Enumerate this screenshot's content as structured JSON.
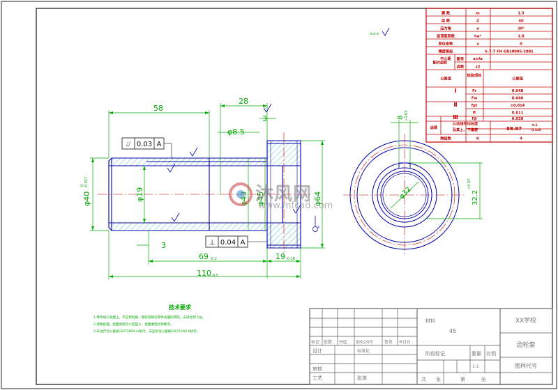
{
  "colors": {
    "title_red": "#c00000",
    "outline_blue": "#0000aa",
    "dim_green": "#00aa00",
    "hatch_cyan": "#00aaaa",
    "titleblock_gray": "#7a7a7a",
    "note_green": "#00aa00",
    "magenta": "#ff00ff"
  },
  "gear_params": {
    "rows": [
      {
        "name": "模  数",
        "sym": "m",
        "val": "1.5"
      },
      {
        "name": "齿  数",
        "sym": "Z",
        "val": "40"
      },
      {
        "name": "压力角",
        "sym": "α",
        "val": "20°"
      },
      {
        "name": "齿顶高系数",
        "sym": "ha*",
        "val": "1.0"
      },
      {
        "name": "变位系数",
        "sym": "x",
        "val": "0"
      },
      {
        "name": "精度等级",
        "sym": "",
        "val": "6-7-7 FH GB10095-2001"
      },
      {
        "name": "中心距",
        "sym": "a±fa",
        "val": ""
      }
    ],
    "pair_label": "配对齿轮",
    "pair_rows": [
      {
        "name": "图号",
        "val": ""
      },
      {
        "name": "齿数",
        "sym": "z2",
        "val": ""
      }
    ],
    "tol_header": [
      "公差组",
      "检验项目",
      "公差值"
    ],
    "tol_groups": [
      "Ⅰ",
      "Ⅱ",
      "Ⅲ"
    ],
    "tol_rows": [
      {
        "sym": "Fr",
        "val": "0.048"
      },
      {
        "sym": "Fw",
        "val": "0.040"
      },
      {
        "sym": "fpt",
        "val": "±0.014"
      },
      {
        "sym": "ff",
        "val": "0.011"
      },
      {
        "sym": "Fβ",
        "val": "0.038"
      }
    ],
    "span_label": "齿厚",
    "span_desc_1": "公法线平均长度",
    "span_desc_2": "及其上、下偏差",
    "span_val": "88.87",
    "span_dev_upper": "-0.1",
    "span_dev_lower": "-0.135",
    "k_label": "跨齿数",
    "k_sym": "K",
    "k_val": "4"
  },
  "dimensions": {
    "d58": "58",
    "d28": "28",
    "d3_top": "3",
    "d3_bottom": "3",
    "phi8_5": "φ8.5",
    "phi40": "φ40",
    "phi40_dev_upper": "0",
    "phi40_dev_lower": "-0.017",
    "phi19": "φ19",
    "phi43": "φ43",
    "phi45": "φ45",
    "phi64": "φ64",
    "d69": "69",
    "d69_dev": "-0.2",
    "d19": "19",
    "d19_dev": "-0.28",
    "d110": "110",
    "d110_dev": "-0.5",
    "d8": "8",
    "d8_dev": "+0.03",
    "d32_2": "32.2",
    "d32_dev": "+0.07",
    "phi32": "φ32",
    "ra_top": "Ra0.8"
  },
  "tolerance_frames": {
    "top": {
      "symbol": "⌰",
      "value": "0.03",
      "datum": "A"
    },
    "bottom": {
      "symbol": "⊥",
      "value": "0.04",
      "datum": "A"
    },
    "datum_mark": "A"
  },
  "tech_notes": {
    "title": "技术要求",
    "lines": [
      "1.零件加工表面上，不应有划痕、擦伤等损伤零件表面的缺陷。去除毛刺飞边。",
      "2.调质处理，齿面高频淬火后回火，齿面硬度达到要求。",
      "3.未注尺寸公差按GB/T1804-m执行，未注形位公差按GB/T1184-K执行。"
    ]
  },
  "title_block": {
    "material_label": "材料",
    "material": "45",
    "school": "XX学校",
    "part_name": "齿轮套",
    "drawing_code_label": "图样代号",
    "stage_label": "阶段标记",
    "weight_label": "重量",
    "scale_label": "比例",
    "scale": "1:1",
    "marks": [
      "标记",
      "处数",
      "分区",
      "更改文件号",
      "签名",
      "年月日"
    ],
    "roles": [
      "设计",
      "审核",
      "工艺"
    ],
    "std_label": "标准化",
    "approve_label": "批准",
    "sheets": [
      "共",
      "张",
      "第",
      "张"
    ]
  },
  "watermark": {
    "brand": "沐风网",
    "url": "www.mfcad.com"
  }
}
